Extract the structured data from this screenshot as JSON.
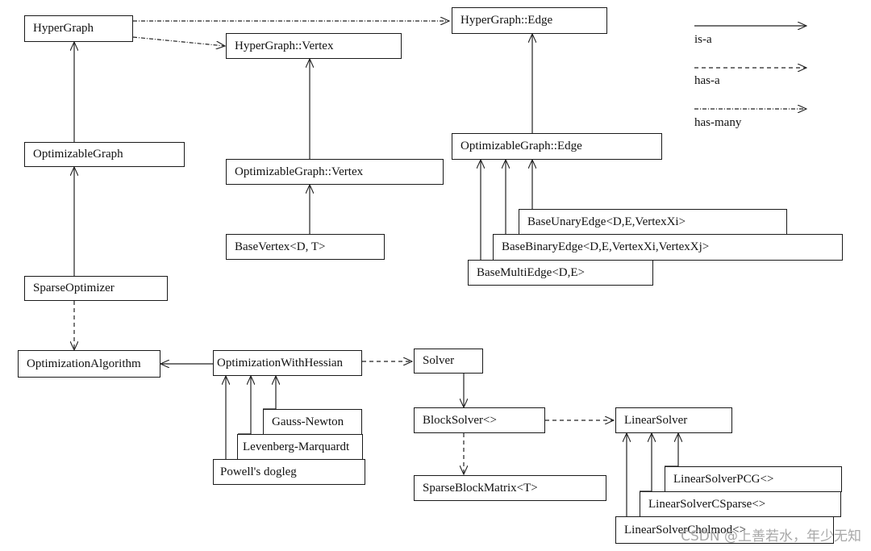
{
  "nodes": {
    "hypergraph": "HyperGraph",
    "hypergraph_edge": "HyperGraph::Edge",
    "hypergraph_vertex": "HyperGraph::Vertex",
    "optimizable_graph": "OptimizableGraph",
    "optimizable_graph_edge": "OptimizableGraph::Edge",
    "optimizable_graph_vertex": "OptimizableGraph::Vertex",
    "base_vertex": "BaseVertex<D, T>",
    "base_unary_edge": "BaseUnaryEdge<D,E,VertexXi>",
    "base_binary_edge": "BaseBinaryEdge<D,E,VertexXi,VertexXj>",
    "base_multi_edge": "BaseMultiEdge<D,E>",
    "sparse_optimizer": "SparseOptimizer",
    "optimization_algorithm": "OptimizationAlgorithm",
    "optimization_with_hessian": "OptimizationWithHessian",
    "solver": "Solver",
    "gauss_newton": "Gauss-Newton",
    "levenberg_marquardt": "Levenberg-Marquardt",
    "powells_dogleg": "Powell's dogleg",
    "block_solver": "BlockSolver<>",
    "linear_solver": "LinearSolver",
    "sparse_block_matrix": "SparseBlockMatrix<T>",
    "linear_solver_pcg": "LinearSolverPCG<>",
    "linear_solver_csparse": "LinearSolverCSparse<>",
    "linear_solver_cholmod": "LinearSolverCholmod<>"
  },
  "legend": {
    "is_a": "is-a",
    "has_a": "has-a",
    "has_many": "has-many"
  },
  "watermark": "CSDN @上善若水，年少无知"
}
